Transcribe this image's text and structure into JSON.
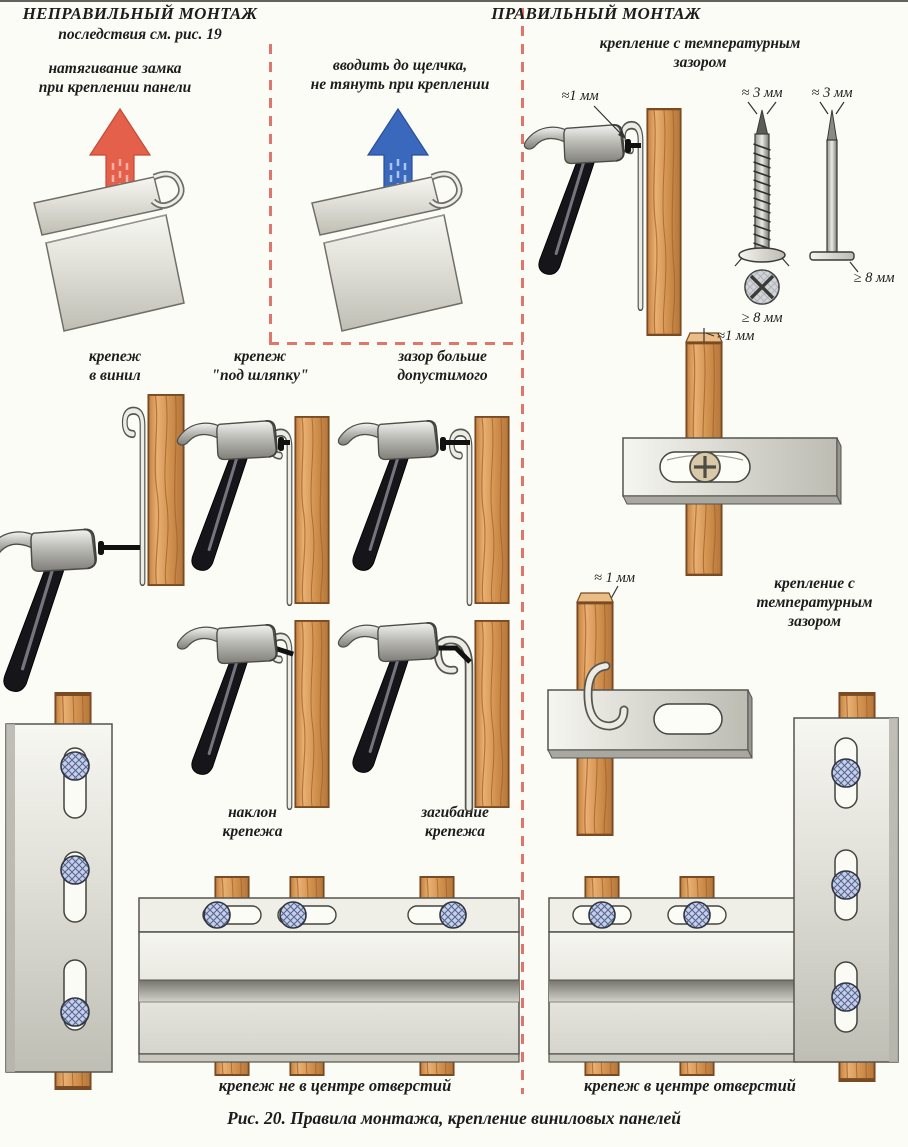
{
  "headers": {
    "wrong_title": "НЕПРАВИЛЬНЫЙ МОНТАЖ",
    "wrong_subtitle": "последствия см. рис. 19",
    "correct_title": "ПРАВИЛЬНЫЙ МОНТАЖ"
  },
  "labels": {
    "pull_lock": "натягивание замка\nпри креплении панели",
    "insert_until_click": "вводить до щелчка,\nне тянуть при креплении",
    "temp_gap_top": "крепление с температурным\nзазором",
    "fastener_into_vinyl": "крепеж\nв винил",
    "fastener_tight": "крепеж\n\"под шляпку\"",
    "gap_too_big": "зазор больше\nдопустимого",
    "tilt": "наклон\nкрепежа",
    "bend": "загибание\nкрепежа",
    "temp_gap_side": "крепление с\nтемпературным\nзазором",
    "off_center": "крепеж не в центре отверстий",
    "centered": "крепеж в центре отверстий"
  },
  "dims": {
    "hammer_gap": "≈1 мм",
    "screw_tip": "≈ 3 мм",
    "nail_tip": "≈ 3 мм",
    "screw_head": "≥ 8 мм",
    "nail_head": "≥ 8 мм",
    "screw_slot_gap": "≈1 мм",
    "clip_gap": "≈ 1 мм"
  },
  "caption": "Рис. 20. Правила монтажа, крепление виниловых панелей",
  "colors": {
    "wrong_arrow": "#e4604a",
    "correct_arrow": "#3a68bc",
    "divider": "#e0756c",
    "wood": "#d2924f",
    "screw_hatch": "#c6d0ea"
  }
}
